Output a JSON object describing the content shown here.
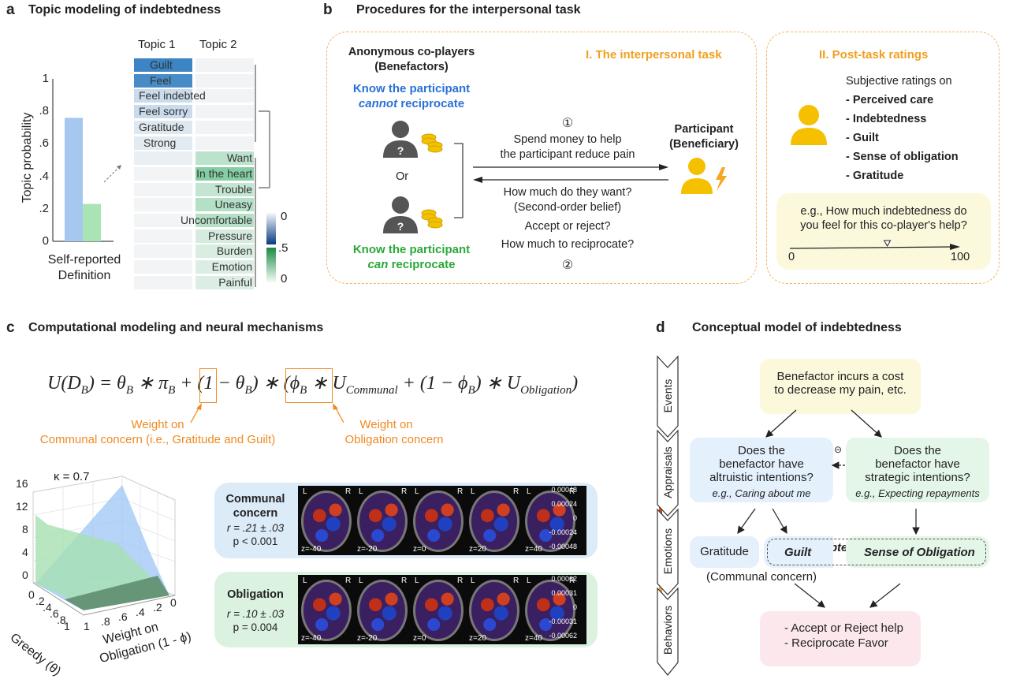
{
  "panel_a": {
    "letter": "a",
    "title": "Topic modeling of indebtedness",
    "bar_chart": {
      "ylabel": "Topic probability",
      "yticks": [
        "0",
        ".2",
        ".4",
        ".6",
        ".8",
        "1"
      ],
      "xlabel_line1": "Self-reported",
      "xlabel_line2": "Definition",
      "colors": {
        "topic1": "#a6c8f0",
        "topic2": "#a8e4b4"
      }
    },
    "heatmap": {
      "col_headers": [
        "Topic 1",
        "Topic 2"
      ],
      "colorbar_labels": [
        "0",
        ".5",
        "0"
      ]
    }
  },
  "chart_data": {
    "type": "bar",
    "title": "Topic modeling of indebtedness",
    "categories": [
      "Self-reported Definition"
    ],
    "series": [
      {
        "name": "Topic 1",
        "values": [
          0.76
        ]
      },
      {
        "name": "Topic 2",
        "values": [
          0.23
        ]
      }
    ],
    "xlabel": "Self-reported Definition",
    "ylabel": "Topic probability",
    "ylim": [
      0,
      1
    ],
    "heatmap": {
      "type": "heatmap",
      "columns": [
        "Topic 1",
        "Topic 2"
      ],
      "rows": [
        {
          "word": "Guilt",
          "topic1": 0.45,
          "topic2": 0.0
        },
        {
          "word": "Feel",
          "topic1": 0.42,
          "topic2": 0.0
        },
        {
          "word": "Feel indebted",
          "topic1": 0.1,
          "topic2": 0.0
        },
        {
          "word": "Feel sorry",
          "topic1": 0.1,
          "topic2": 0.0
        },
        {
          "word": "Gratitude",
          "topic1": 0.05,
          "topic2": 0.0
        },
        {
          "word": "Strong",
          "topic1": 0.04,
          "topic2": 0.0
        },
        {
          "word": "Want",
          "topic1": 0.02,
          "topic2": 0.15
        },
        {
          "word": "In the heart",
          "topic1": 0.0,
          "topic2": 0.3
        },
        {
          "word": "Trouble",
          "topic1": 0.0,
          "topic2": 0.13
        },
        {
          "word": "Uneasy",
          "topic1": 0.0,
          "topic2": 0.17
        },
        {
          "word": "Uncomfortable",
          "topic1": 0.0,
          "topic2": 0.17
        },
        {
          "word": "Pressure",
          "topic1": 0.0,
          "topic2": 0.08
        },
        {
          "word": "Burden",
          "topic1": 0.0,
          "topic2": 0.07
        },
        {
          "word": "Emotion",
          "topic1": 0.0,
          "topic2": 0.06
        },
        {
          "word": "Painful",
          "topic1": 0.0,
          "topic2": 0.06
        }
      ],
      "colorbar_range": [
        0,
        0.5
      ]
    }
  },
  "panel_b": {
    "letter": "b",
    "title": "Procedures for the interpersonal task",
    "section1_title": "I. The interpersonal task",
    "section2_title": "II. Post-task ratings",
    "coplayers_line1": "Anonymous co-players",
    "coplayers_line2": "(Benefactors)",
    "cannot_line1": "Know the participant",
    "cannot_em": "cannot",
    "cannot_rest": " reciprocate",
    "or_label": "Or",
    "can_line1": "Know the participant",
    "can_em": "can",
    "can_rest": " reciprocate",
    "step1": "①",
    "step1_line1": "Spend money to help",
    "step1_line2": "the participant reduce pain",
    "step2_q1": "How much do they want?",
    "step2_q1b": "(Second-order belief)",
    "step2_q2": "Accept or reject?",
    "step2_q3": "How much to reciprocate?",
    "step2": "②",
    "participant_line1": "Participant",
    "participant_line2": "(Beneficiary)",
    "ratings_intro": "Subjective ratings on",
    "ratings": [
      "- Perceived care",
      "- Indebtedness",
      "- Guilt",
      "- Sense of obligation",
      "- Gratitude"
    ],
    "example_line1": "e.g., How much indebtedness do",
    "example_line2": "you feel for this co-player's help?",
    "scale_min": "0",
    "scale_max": "100",
    "scale_marker_value": 60,
    "colors": {
      "orange": "#f0a020",
      "person_gray": "#555555",
      "person_yellow": "#f5c000",
      "coin": "#f2c200"
    }
  },
  "panel_c": {
    "letter": "c",
    "title": "Computational modeling and neural mechanisms",
    "equation": {
      "lhs": "U(D",
      "sub_B": "B",
      "part_eq": ") = θ",
      "part_pi": " ∗ π",
      "part_plus": " + (1 − θ",
      "part_mul": ") ∗ (",
      "phi": "ϕ",
      "u_comm": " ∗ U",
      "sub_comm": "Communal",
      "plus2": " + ",
      "one_minus_phi": "(1 − ϕ",
      "close": ")",
      "u_obl": " ∗ U",
      "sub_obl": "Obligation",
      "end": ")"
    },
    "weight_comm_line1": "Weight on",
    "weight_comm_line2": "Communal concern (i.e., Gratitude and Guilt)",
    "weight_obl_line1": "Weight on",
    "weight_obl_line2": "Obligation concern",
    "surface_plot": {
      "title": "κ = 0.7",
      "zticks": [
        "0",
        "4",
        "8",
        "12",
        "16"
      ],
      "greedy_ticks": [
        "0",
        ".2",
        ".4",
        ".6",
        ".8",
        "1"
      ],
      "weight_ticks": [
        "1",
        ".8",
        ".6",
        ".4",
        ".2",
        "0"
      ],
      "xlabel": "Greedy (θ)",
      "ylabel_line1": "Weight on",
      "ylabel_line2": "Obligation (1 - ϕ)"
    },
    "brain_rows": [
      {
        "name_line1": "Communal",
        "name_line2": "concern",
        "r": "r = .21 ± .03",
        "p": "p < 0.001",
        "slices": [
          "z=-40",
          "z=-20",
          "z=0",
          "z=20",
          "z=40"
        ],
        "scale": [
          "0.00048",
          "0.00024",
          "0",
          "-0.00024",
          "-0.00048"
        ],
        "bg": "#dcebf8"
      },
      {
        "name_line1": "Obligation",
        "name_line2": "",
        "r": "r = .10 ± .03",
        "p": "p = 0.004",
        "slices": [
          "z=-40",
          "z=-20",
          "z=0",
          "z=20",
          "z=40"
        ],
        "scale": [
          "0.00062",
          "0.00031",
          "0",
          "-0.00031",
          "-0.00062"
        ],
        "bg": "#dcf2e0"
      }
    ],
    "lr": [
      "L",
      "R"
    ]
  },
  "panel_d": {
    "letter": "d",
    "title": "Conceptual model of indebtedness",
    "stages": [
      "Events",
      "Appraisals",
      "Emotions",
      "Behaviors"
    ],
    "event_line1": "Benefactor incurs a cost",
    "event_line2": "to decrease my pain, etc.",
    "altruistic_line1": "Does the",
    "altruistic_line2": "benefactor have",
    "altruistic_line3": "altruistic intentions?",
    "altruistic_eg": "e.g., Caring about me",
    "strategic_line1": "Does the",
    "strategic_line2": "benefactor have",
    "strategic_line3": "strategic intentions?",
    "strategic_eg": "e.g., Expecting repayments",
    "inhibit_symbol": "⊝",
    "indebtedness_label": "Indebtedness",
    "gratitude": "Gratitude",
    "guilt": "Guilt",
    "obligation": "Sense of Obligation",
    "communal_label": "(Communal concern)",
    "behavior_line1": "- Accept or Reject help",
    "behavior_line2": "- Reciprocate Favor",
    "colors": {
      "event": "#fbf8dc",
      "blue": "#e4f0fc",
      "green": "#e4f6e8",
      "pink": "#fce8ec"
    }
  }
}
